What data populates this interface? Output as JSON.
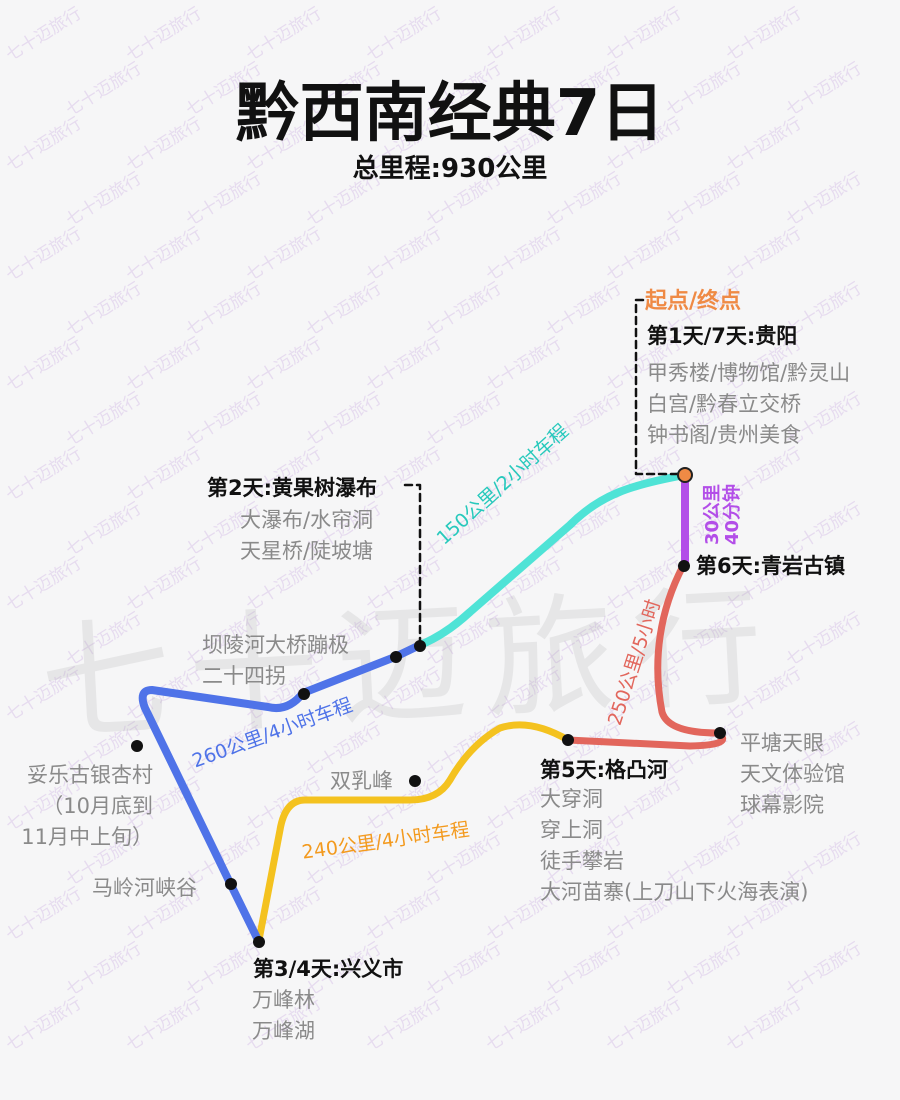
{
  "title": "黔西南经典7日",
  "subtitle": "总里程:930公里",
  "watermark": "七十迈旅行",
  "start_end_label": "起点/终点",
  "stops": {
    "guiyang": {
      "day": "第1天/7天:贵阳",
      "pois": [
        "甲秀楼/博物馆/黔灵山",
        "白宫/黔春立交桥",
        "钟书阁/贵州美食"
      ]
    },
    "huangguoshu": {
      "day": "第2天:黄果树瀑布",
      "pois": [
        "大瀑布/水帘洞",
        "天星桥/陡坡塘"
      ]
    },
    "bolinghe": {
      "pois": [
        "坝陵河大桥蹦极",
        "二十四拐"
      ]
    },
    "tuolegu": {
      "pois": [
        "妥乐古银杏村",
        "（10月底到",
        "11月中上旬）"
      ]
    },
    "malinghe": {
      "pois": [
        "马岭河峡谷"
      ]
    },
    "xingyi": {
      "day": "第3/4天:兴义市",
      "pois": [
        "万峰林",
        "万峰湖"
      ]
    },
    "shuangrufeng": {
      "pois": [
        "双乳峰"
      ]
    },
    "getuhe": {
      "day": "第5天:格凸河",
      "pois": [
        "大穿洞",
        "穿上洞",
        "徒手攀岩",
        "大河苗寨(上刀山下火海表演)"
      ]
    },
    "pingtang": {
      "pois": [
        "平塘天眼",
        "天文体验馆",
        "球幕影院"
      ]
    },
    "qingyan": {
      "day": "第6天:青岩古镇"
    }
  },
  "routes": {
    "cyan": {
      "label": "150公里/2小时车程",
      "color": "#4fe3d6"
    },
    "purple": {
      "label_1": "30公里",
      "label_2": "40分钟",
      "color": "#b34ee8"
    },
    "red": {
      "label": "250公里/5小时",
      "color": "#e2665c"
    },
    "yellow": {
      "label": "240公里/4小时车程",
      "color": "#f4c21f",
      "text_color": "#f39a1e"
    },
    "blue": {
      "label": "260公里/4小时车程",
      "color": "#4f73e8"
    }
  },
  "colors": {
    "start_dot": "#ef8a45",
    "accent_orange": "#ef8a45"
  }
}
